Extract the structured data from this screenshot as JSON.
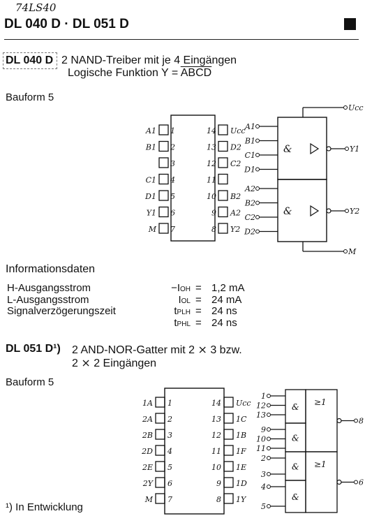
{
  "header": {
    "handwritten_note": "74LS40",
    "title": "DL 040 D · DL 051 D"
  },
  "dl040": {
    "part": "DL 040 D",
    "desc1": "2 NAND-Treiber mit je 4 Eingängen",
    "desc2_prefix": "Logische Funktion Y =",
    "desc2_expr": "ABCD",
    "bauform": "Bauform 5",
    "pins_left": [
      {
        "num": "1",
        "name": "A1"
      },
      {
        "num": "2",
        "name": "B1"
      },
      {
        "num": "3",
        "name": ""
      },
      {
        "num": "4",
        "name": "C1"
      },
      {
        "num": "5",
        "name": "D1"
      },
      {
        "num": "6",
        "name": "Y1"
      },
      {
        "num": "7",
        "name": "M"
      }
    ],
    "pins_right": [
      {
        "num": "14",
        "name": "Ucc"
      },
      {
        "num": "13",
        "name": "D2"
      },
      {
        "num": "12",
        "name": "C2"
      },
      {
        "num": "11",
        "name": ""
      },
      {
        "num": "10",
        "name": "B2"
      },
      {
        "num": "9",
        "name": "A2"
      },
      {
        "num": "8",
        "name": "Y2"
      }
    ],
    "logic": {
      "inputs1": [
        "A1",
        "B1",
        "C1",
        "D1"
      ],
      "inputs2": [
        "A2",
        "B2",
        "C2",
        "D2"
      ],
      "gate_symbol": "&",
      "outputs": [
        "Y1",
        "Y2"
      ],
      "supply": "Ucc",
      "ground": "M"
    }
  },
  "info": {
    "heading": "Informationsdaten",
    "rows": [
      {
        "label": "H-Ausgangsstrom",
        "sym": "−I",
        "sub": "OH",
        "eq": "=",
        "value": "1,2 mA"
      },
      {
        "label": "L-Ausgangsstrom",
        "sym": "I",
        "sub": "OL",
        "eq": "=",
        "value": "24 mA"
      },
      {
        "label": "Signalverzögerungszeit",
        "sym": "t",
        "sub": "PLH",
        "eq": "=",
        "value": "24 ns"
      },
      {
        "label": "",
        "sym": "t",
        "sub": "PHL",
        "eq": "=",
        "value": "24 ns"
      }
    ]
  },
  "dl051": {
    "part": "DL 051 D¹)",
    "desc1": "2 AND-NOR-Gatter mit 2 ⨯ 3 bzw.",
    "desc2": "2 ⨯ 2 Eingängen",
    "bauform": "Bauform 5",
    "pins_left": [
      {
        "num": "1",
        "name": "1A"
      },
      {
        "num": "2",
        "name": "2A"
      },
      {
        "num": "3",
        "name": "2B"
      },
      {
        "num": "4",
        "name": "2D"
      },
      {
        "num": "5",
        "name": "2E"
      },
      {
        "num": "6",
        "name": "2Y"
      },
      {
        "num": "7",
        "name": "M"
      }
    ],
    "pins_right": [
      {
        "num": "14",
        "name": "Ucc"
      },
      {
        "num": "13",
        "name": "1C"
      },
      {
        "num": "12",
        "name": "1B"
      },
      {
        "num": "11",
        "name": "1F"
      },
      {
        "num": "10",
        "name": "1E"
      },
      {
        "num": "9",
        "name": "1D"
      },
      {
        "num": "8",
        "name": "1Y"
      }
    ],
    "logic": {
      "and_symbol": "&",
      "nor_symbol": "≥1",
      "inputs": [
        "1",
        "12",
        "13",
        "9",
        "10",
        "11",
        "2",
        "3",
        "4",
        "5"
      ],
      "outputs": [
        "8",
        "6"
      ]
    }
  },
  "footnote": "¹) In Entwicklung"
}
